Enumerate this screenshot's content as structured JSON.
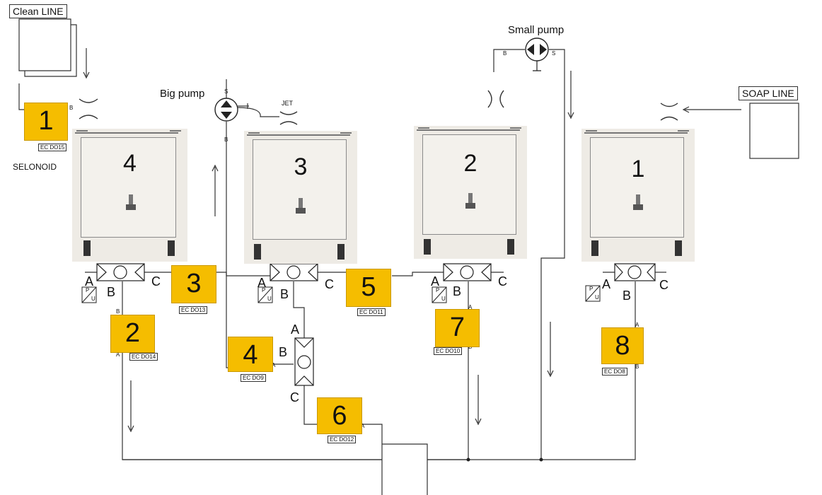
{
  "lines": {
    "clean": "Clean LINE",
    "soap": "SOAP LINE"
  },
  "pumps": {
    "big": "Big pump",
    "small": "Small pump",
    "jet": "JET"
  },
  "solenoid_label": "SELONOID",
  "tanks": [
    {
      "number": "4"
    },
    {
      "number": "3"
    },
    {
      "number": "2"
    },
    {
      "number": "1"
    }
  ],
  "badges": [
    {
      "number": "1",
      "tag": "EC DO15"
    },
    {
      "number": "3",
      "tag": "EC DO13"
    },
    {
      "number": "2",
      "tag": "EC DO14"
    },
    {
      "number": "5",
      "tag": "EC DO11"
    },
    {
      "number": "4",
      "tag": "EC DO9"
    },
    {
      "number": "7",
      "tag": "EC DO10"
    },
    {
      "number": "6",
      "tag": "EC DO12"
    },
    {
      "number": "8",
      "tag": "EC DO8"
    }
  ],
  "ports": {
    "a": "A",
    "b": "B",
    "c": "C",
    "s": "S"
  },
  "pu_label": {
    "p": "P",
    "u": "U"
  },
  "colors": {
    "badge": "#f5bd00",
    "tank_bg": "#eeebe5",
    "line": "#333333"
  }
}
